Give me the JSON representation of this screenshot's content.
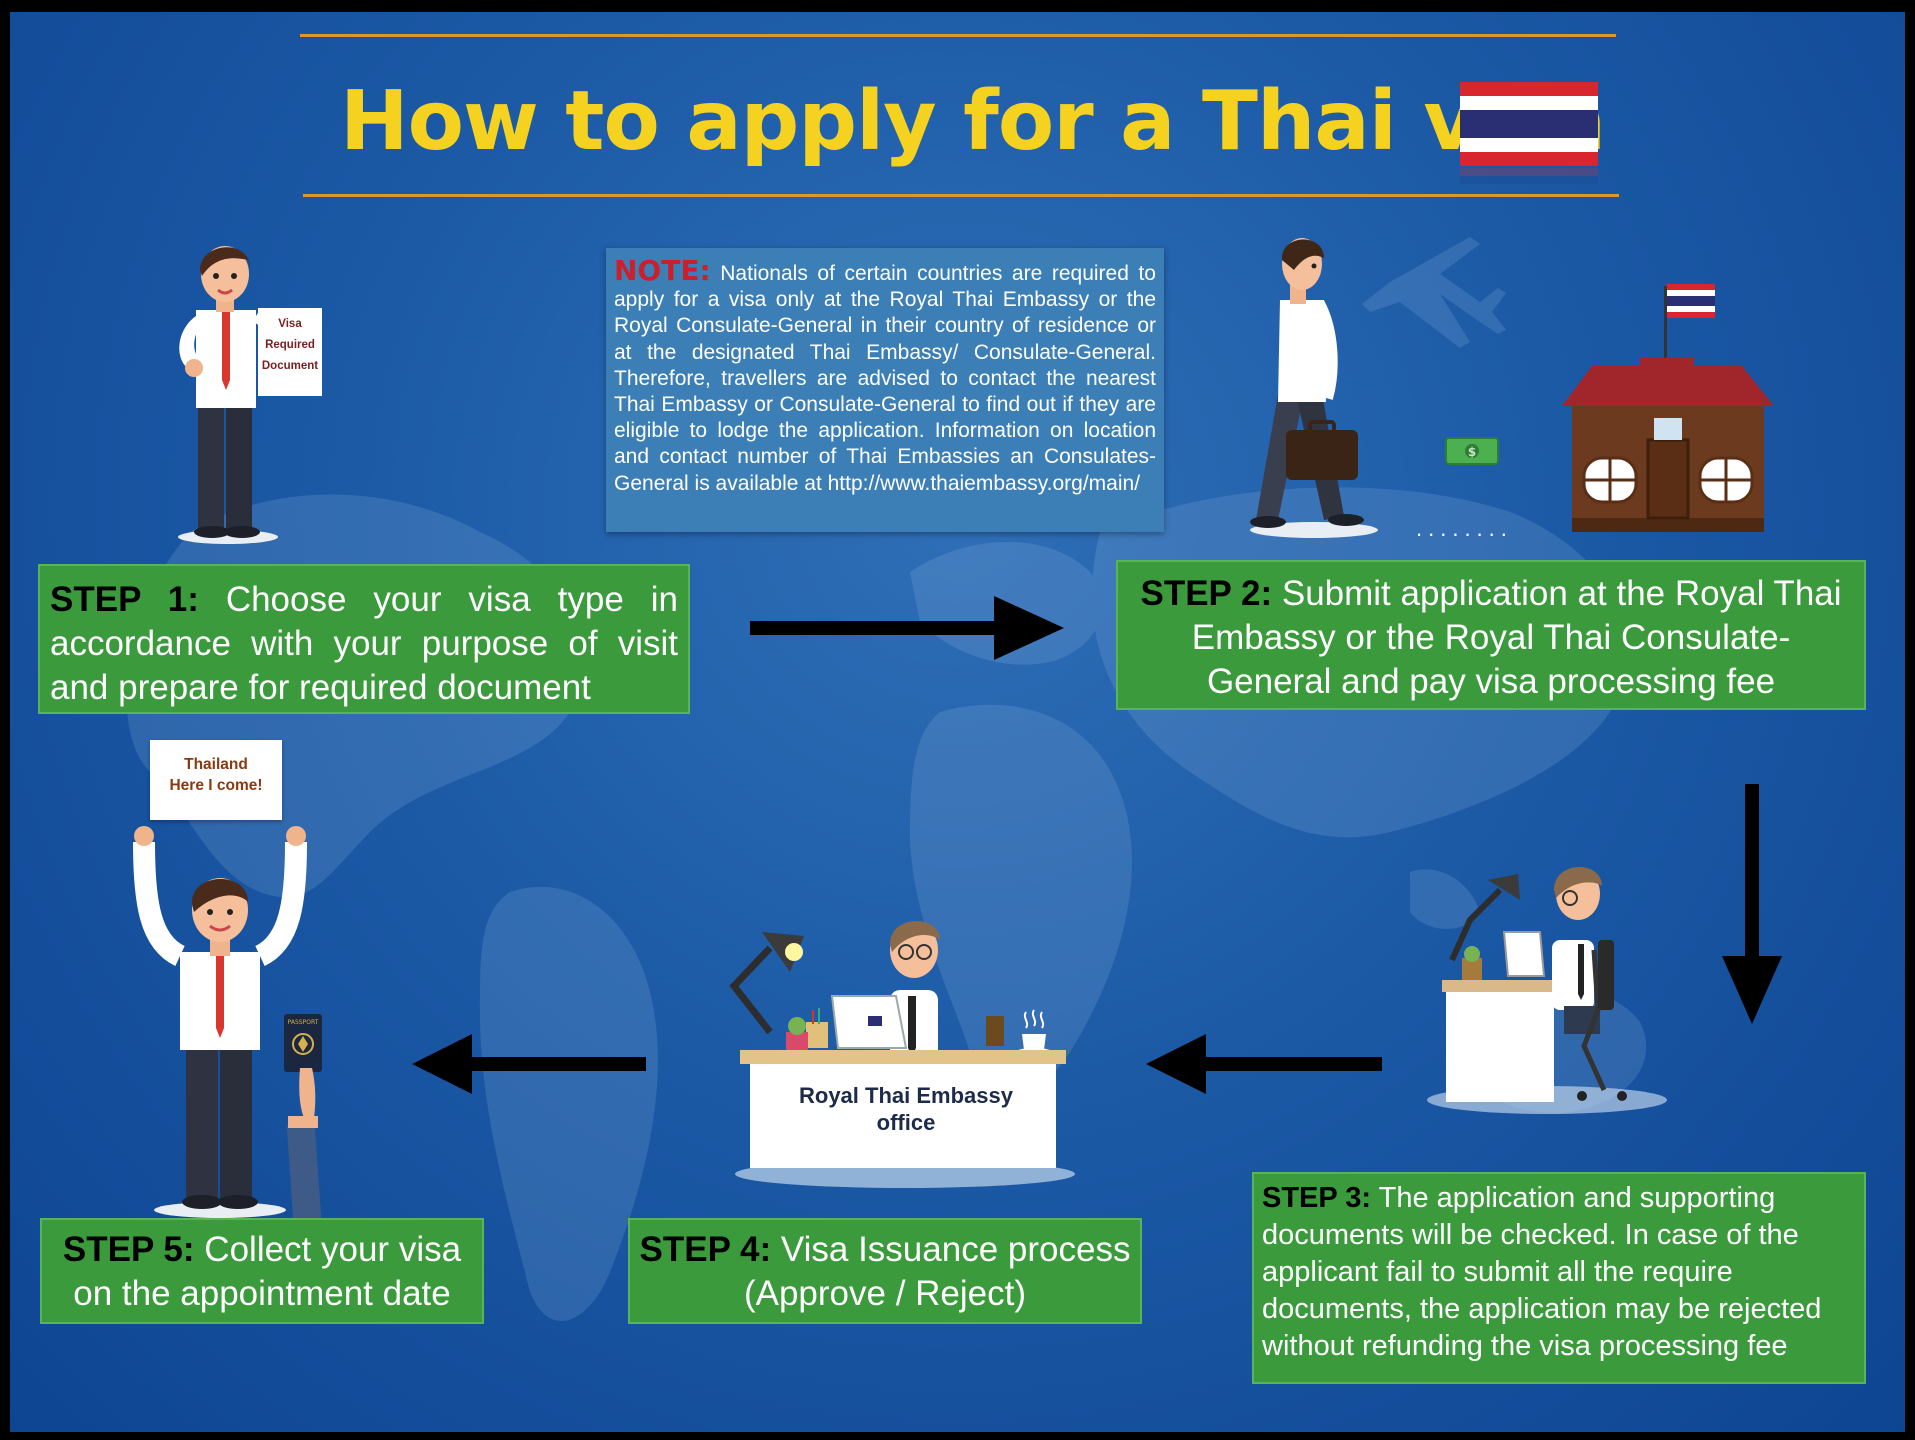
{
  "title": "How to apply for a Thai visa",
  "colors": {
    "background": "#1c5aa6",
    "title": "#f5d21f",
    "rule": "#e0962a",
    "step_box": "#3a9a3c",
    "note_box": "#3c7fb7",
    "note_label": "#c9202b",
    "thai_flag": [
      "#d8262f",
      "#ffffff",
      "#2a2f73",
      "#ffffff",
      "#d8262f"
    ]
  },
  "note": {
    "label": "NOTE:",
    "text": "Nationals of certain countries are required to apply for a visa only at the Royal Thai Embassy or the Royal Consulate-General in their country of residence or at the designated Thai Embassy/ Consulate-General. Therefore, travellers are advised to contact the nearest Thai Embassy or Consulate-General to find out if they are eligible to lodge the application. Information on location and contact number of Thai Embassies an Consulates-General is available at http://www.thaiembassy.org/main/"
  },
  "steps": [
    {
      "label": "STEP 1:",
      "text": "Choose your visa type in accordance with your purpose of visit and prepare for required document"
    },
    {
      "label": "STEP 2:",
      "text": "Submit application at the Royal Thai Embassy or the Royal Thai Consulate-General and pay visa processing fee"
    },
    {
      "label": "STEP 3:",
      "text": "The application and supporting documents will be checked. In case of the applicant fail to submit all the require documents, the application may be rejected without refunding the visa processing fee"
    },
    {
      "label": "STEP 4:",
      "text": "Visa Issuance process (Approve / Reject)"
    },
    {
      "label": "STEP 5:",
      "text": "Collect your visa on the appointment date"
    }
  ],
  "signs": {
    "document": [
      "Visa",
      "Required",
      "Document"
    ],
    "thailand": [
      "Thailand",
      "Here I come!"
    ],
    "embassy": [
      "Royal Thai Embassy",
      "office"
    ],
    "passport": "PASSPORT",
    "money": "$"
  },
  "icons": [
    "airplane-icon",
    "thai-flag-icon",
    "money-icon",
    "embassy-building-icon",
    "arrow-right-icon",
    "arrow-down-icon",
    "arrow-left-icon",
    "passport-icon",
    "desk-lamp-icon",
    "laptop-icon",
    "coffee-cup-icon"
  ]
}
